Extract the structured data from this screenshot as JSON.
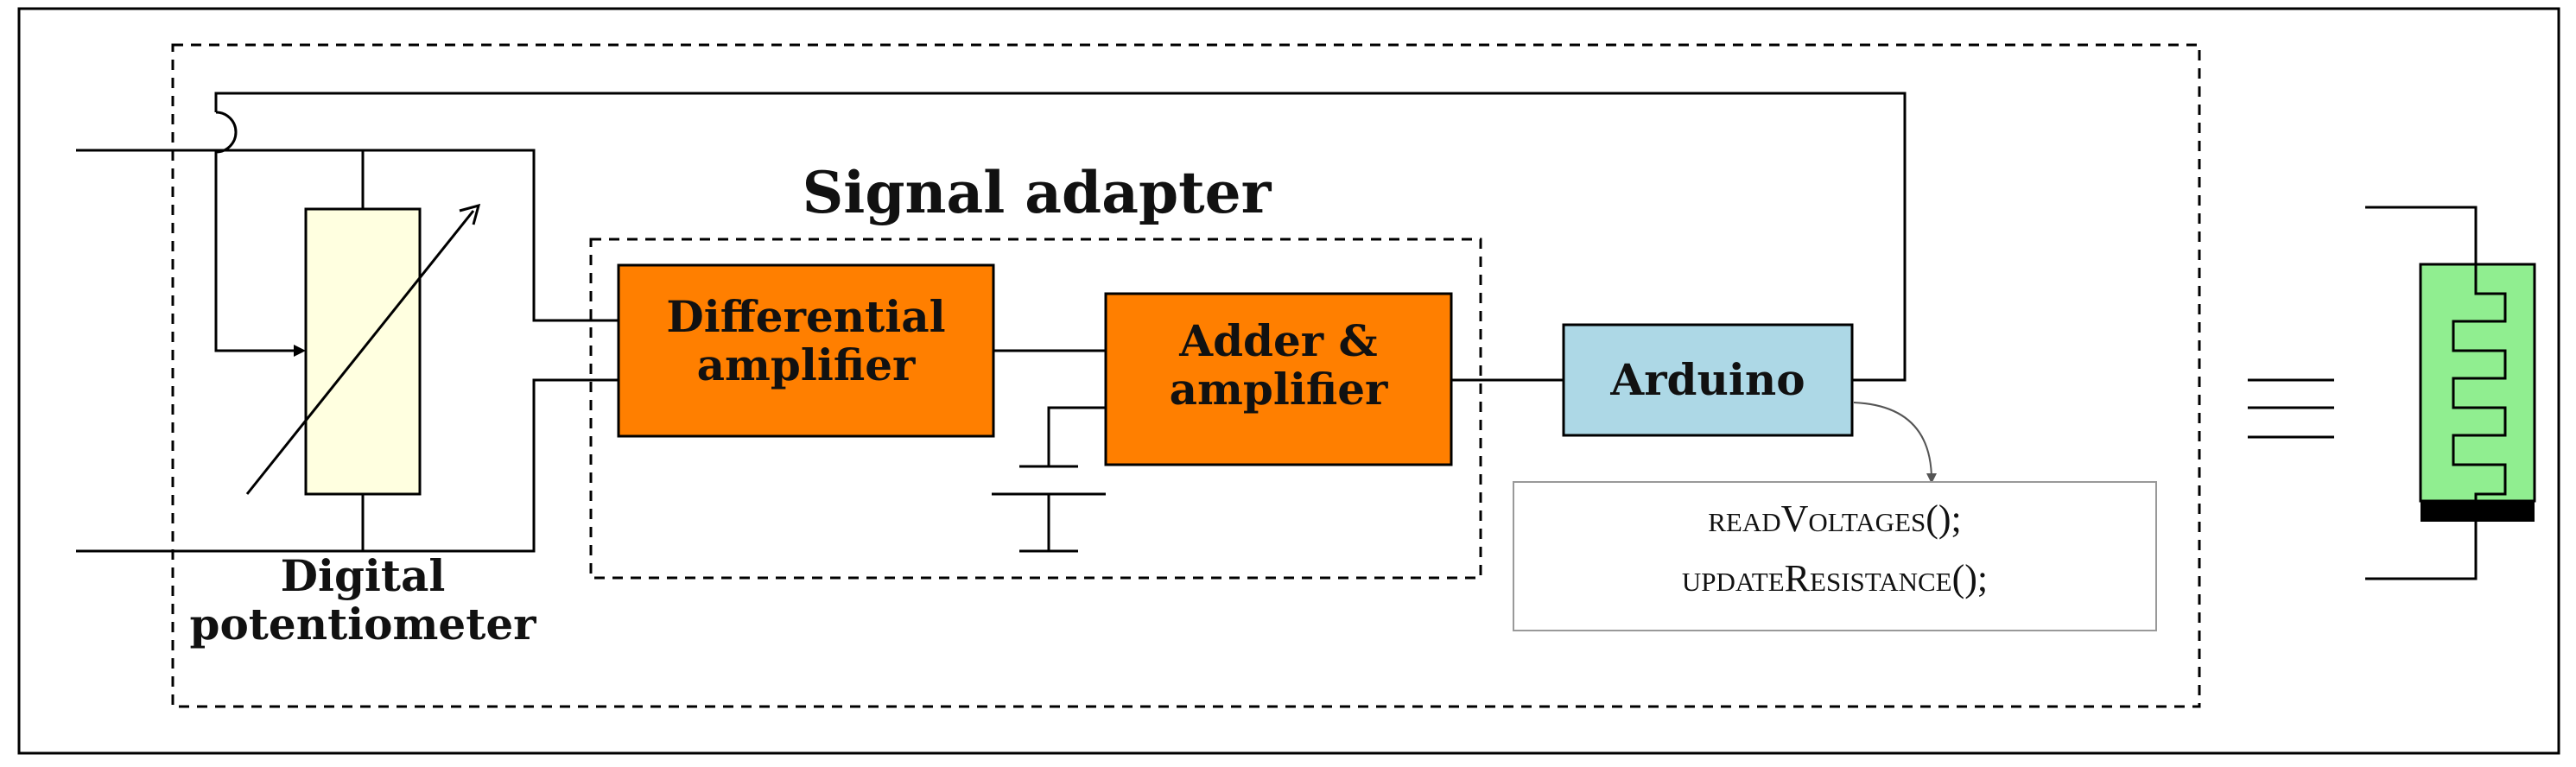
{
  "labels": {
    "signal_adapter": "Signal adapter",
    "digital_pot_line1": "Digital",
    "digital_pot_line2": "potentiometer",
    "diff_amp_line1": "Differential",
    "diff_amp_line2": "amplifier",
    "adder_line1": "Adder &",
    "adder_line2": "amplifier",
    "arduino": "Arduino"
  },
  "code": {
    "line1": "readVoltages();",
    "line2": "updateResistance();"
  },
  "colors": {
    "potentiometer_fill": "#ffffe0",
    "amplifier_fill": "#ff7f00",
    "arduino_fill": "#add8e6",
    "sensor_fill": "#90ee90",
    "sensor_base": "#000000",
    "code_box_border": "#999999"
  }
}
